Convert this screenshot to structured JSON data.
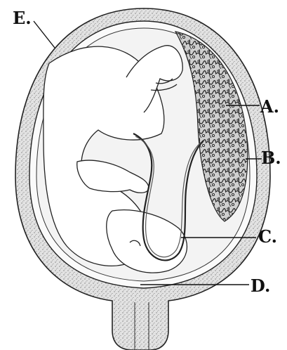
{
  "diagram": {
    "labels": [
      {
        "id": "A",
        "text": "A."
      },
      {
        "id": "B",
        "text": "B."
      },
      {
        "id": "C",
        "text": "C."
      },
      {
        "id": "D",
        "text": "D."
      },
      {
        "id": "E",
        "text": "E."
      }
    ]
  },
  "colors": {
    "ink": "#111111",
    "speckle": "#d9d9d9",
    "fluid": "#f1f1f1",
    "placenta": "#e3e3e3",
    "fetus": "#ffffff"
  }
}
